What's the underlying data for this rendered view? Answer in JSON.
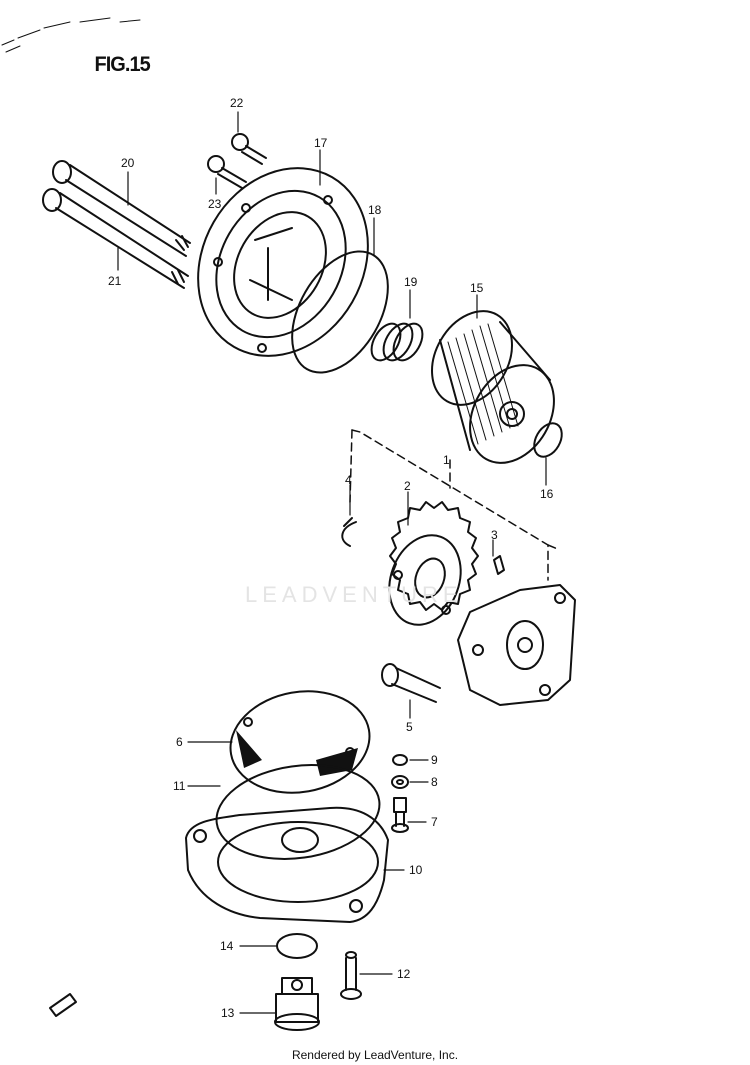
{
  "figure": {
    "title": "FIG.15",
    "watermark": "LEADVENTURE",
    "footer": "Rendered by LeadVenture, Inc.",
    "part_labels": {
      "p1": "1",
      "p2": "2",
      "p3": "3",
      "p4": "4",
      "p5": "5",
      "p6": "6",
      "p7": "7",
      "p8": "8",
      "p9": "9",
      "p10": "10",
      "p11": "11",
      "p12": "12",
      "p13": "13",
      "p14": "14",
      "p15": "15",
      "p16": "16",
      "p17": "17",
      "p18": "18",
      "p19": "19",
      "p20": "20",
      "p21": "21",
      "p22": "22",
      "p23": "23"
    }
  },
  "colors": {
    "ink": "#111111",
    "watermark": "#e4e4e4",
    "background": "#ffffff"
  }
}
